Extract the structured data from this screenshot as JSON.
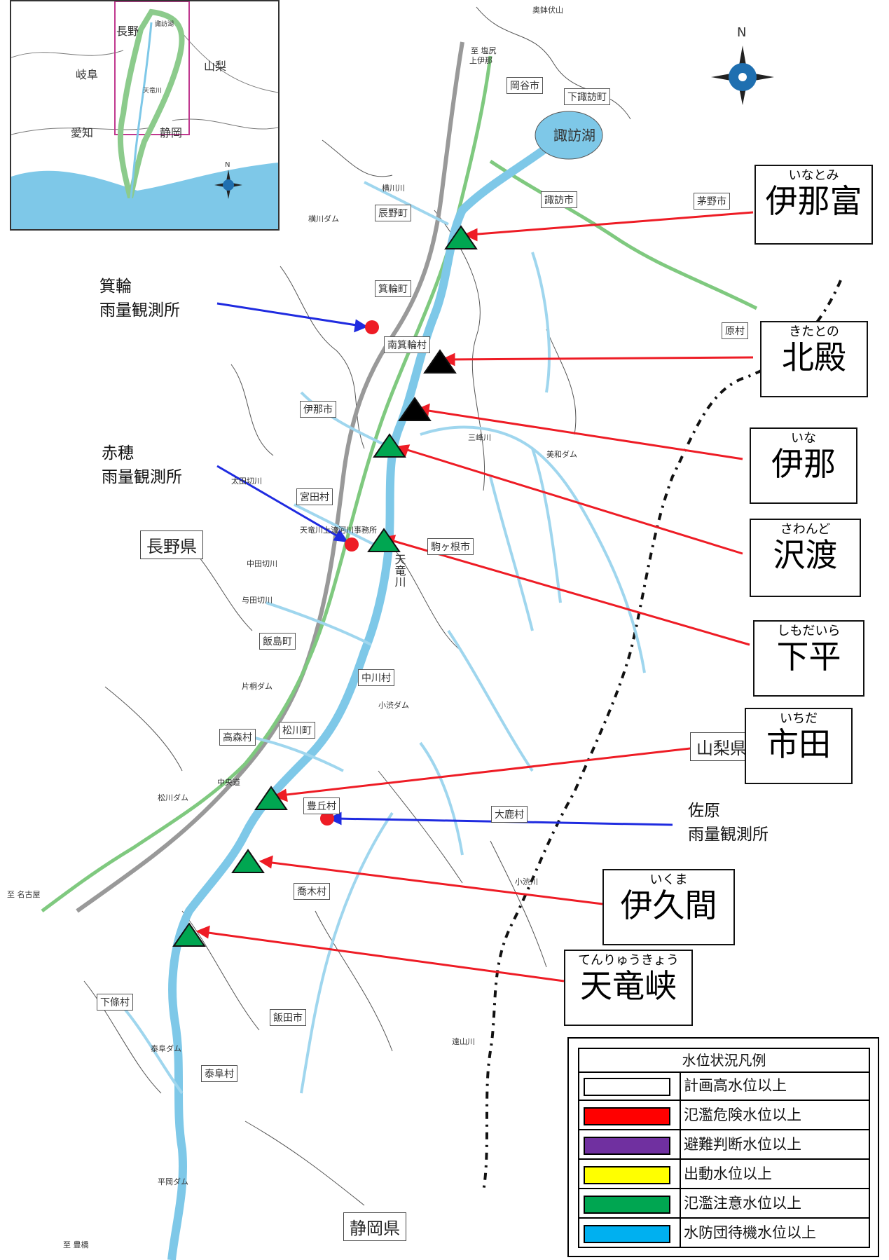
{
  "stations": [
    {
      "furigana": "いなとみ",
      "name": "伊那富",
      "status": "green"
    },
    {
      "furigana": "きたとの",
      "name": "北殿",
      "status": "black"
    },
    {
      "furigana": "いな",
      "name": "伊那",
      "status": "black"
    },
    {
      "furigana": "さわんど",
      "name": "沢渡",
      "status": "green"
    },
    {
      "furigana": "しもだいら",
      "name": "下平",
      "status": "green"
    },
    {
      "furigana": "いちだ",
      "name": "市田",
      "status": "green"
    },
    {
      "furigana": "いくま",
      "name": "伊久間",
      "status": "green"
    },
    {
      "furigana": "てんりゅうきょう",
      "name": "天竜峡",
      "status": "green"
    }
  ],
  "rain_gauges": [
    {
      "line1": "箕輪",
      "line2": "雨量観測所"
    },
    {
      "line1": "赤穂",
      "line2": "雨量観測所"
    },
    {
      "line1": "佐原",
      "line2": "雨量観測所"
    }
  ],
  "legend": {
    "title": "水位状況凡例",
    "items": [
      {
        "label": "計画高水位以上",
        "color": "#ffffff"
      },
      {
        "label": "氾濫危険水位以上",
        "color": "#ff0000"
      },
      {
        "label": "避難判断水位以上",
        "color": "#7030a0"
      },
      {
        "label": "出動水位以上",
        "color": "#ffff00"
      },
      {
        "label": "氾濫注意水位以上",
        "color": "#00a651"
      },
      {
        "label": "水防団待機水位以上",
        "color": "#00b0f0"
      }
    ]
  },
  "prefectures": {
    "nagano": "長野県",
    "shizuoka": "静岡県",
    "yamanashi": "山梨県"
  },
  "inset": {
    "labels": [
      "長野",
      "岐阜",
      "山梨",
      "愛知",
      "静岡",
      "諏訪湖",
      "天竜川"
    ],
    "north": "N"
  },
  "north_label": "N",
  "lake_label": "諏訪湖",
  "river_label": "天竜川",
  "municipalities": [
    "岡谷市",
    "下諏訪町",
    "辰野町",
    "箕輪町",
    "南箕輪村",
    "伊那市",
    "宮田村",
    "駒ヶ根市",
    "飯島町",
    "中川村",
    "松川町",
    "高森村",
    "豊丘村",
    "大鹿村",
    "喬木村",
    "下條村",
    "飯田市",
    "泰阜村",
    "諏訪市",
    "茅野市",
    "原村"
  ],
  "small_labels": [
    "奥鉢伏山",
    "至 塩尻",
    "横川川",
    "横川ダム",
    "美和ダム",
    "小渋ダム",
    "松川ダム",
    "片桐ダム",
    "至 名古屋",
    "至 豊橋",
    "平岡ダム",
    "泰阜ダム",
    "三峰川",
    "小渋川",
    "遠山川",
    "太田切川",
    "中田切川",
    "与田切川",
    "天竜川上流河川事務所",
    "上伊那",
    "中央道"
  ],
  "colors": {
    "alert_arrow": "#ee1c25",
    "rain_arrow": "#1f2be0",
    "river": "#7ec8e8",
    "green_marker": "#00a651"
  }
}
